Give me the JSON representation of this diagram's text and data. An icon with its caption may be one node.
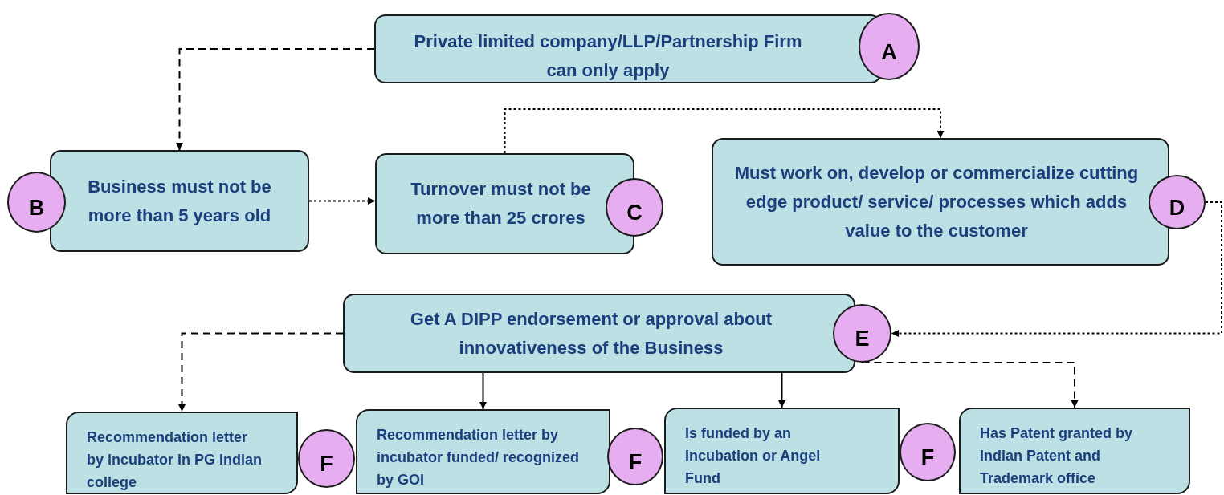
{
  "diagram": {
    "nodes": [
      {
        "text": [
          "Private limited company/LLP/Partnership Firm can only apply"
        ]
      },
      {
        "text": [
          "A"
        ]
      },
      {
        "text": [
          "Business must not be more than 5 years old"
        ]
      },
      {
        "text": [
          "B"
        ]
      },
      {
        "text": [
          "Turnover must not be more than 25 crores"
        ]
      },
      {
        "text": [
          "C"
        ]
      },
      {
        "text": [
          "Must work on, develop or commercialize cutting edge product/ service/ processes which adds value to the customer"
        ]
      },
      {
        "text": [
          "D"
        ]
      },
      {
        "text": [
          "Get A DIPP endorsement or approval about innovativeness of the Business"
        ]
      },
      {
        "text": [
          "E"
        ]
      },
      {
        "text": [
          "Recommendation letter by incubator in PG Indian college"
        ]
      },
      {
        "text": [
          "F"
        ]
      },
      {
        "text": [
          "Recommendation letter by incubator funded/ recognized by GOI"
        ]
      },
      {
        "text": [
          "F"
        ]
      },
      {
        "text": [
          "Is funded by an Incubation or Angel Fund"
        ]
      },
      {
        "text": [
          "F"
        ]
      },
      {
        "text": [
          "Has Patent granted by Indian Patent and Trademark office"
        ]
      }
    ],
    "edges": [
      {
        "from": 0,
        "to": 2,
        "arrow": "to",
        "style": "dashed"
      },
      {
        "from": 2,
        "to": 4,
        "arrow": "to",
        "style": "dashed"
      },
      {
        "from": 4,
        "to": 6,
        "arrow": "to",
        "style": "dashed"
      },
      {
        "from": 7,
        "to": 9,
        "arrow": "to",
        "style": "dashed"
      },
      {
        "from": 8,
        "to": 10,
        "arrow": "to",
        "style": "dashed"
      },
      {
        "from": 8,
        "to": 12,
        "arrow": "to"
      },
      {
        "from": 8,
        "to": 14,
        "arrow": "to"
      },
      {
        "from": 9,
        "to": 16,
        "arrow": "to",
        "style": "dashed"
      }
    ]
  }
}
